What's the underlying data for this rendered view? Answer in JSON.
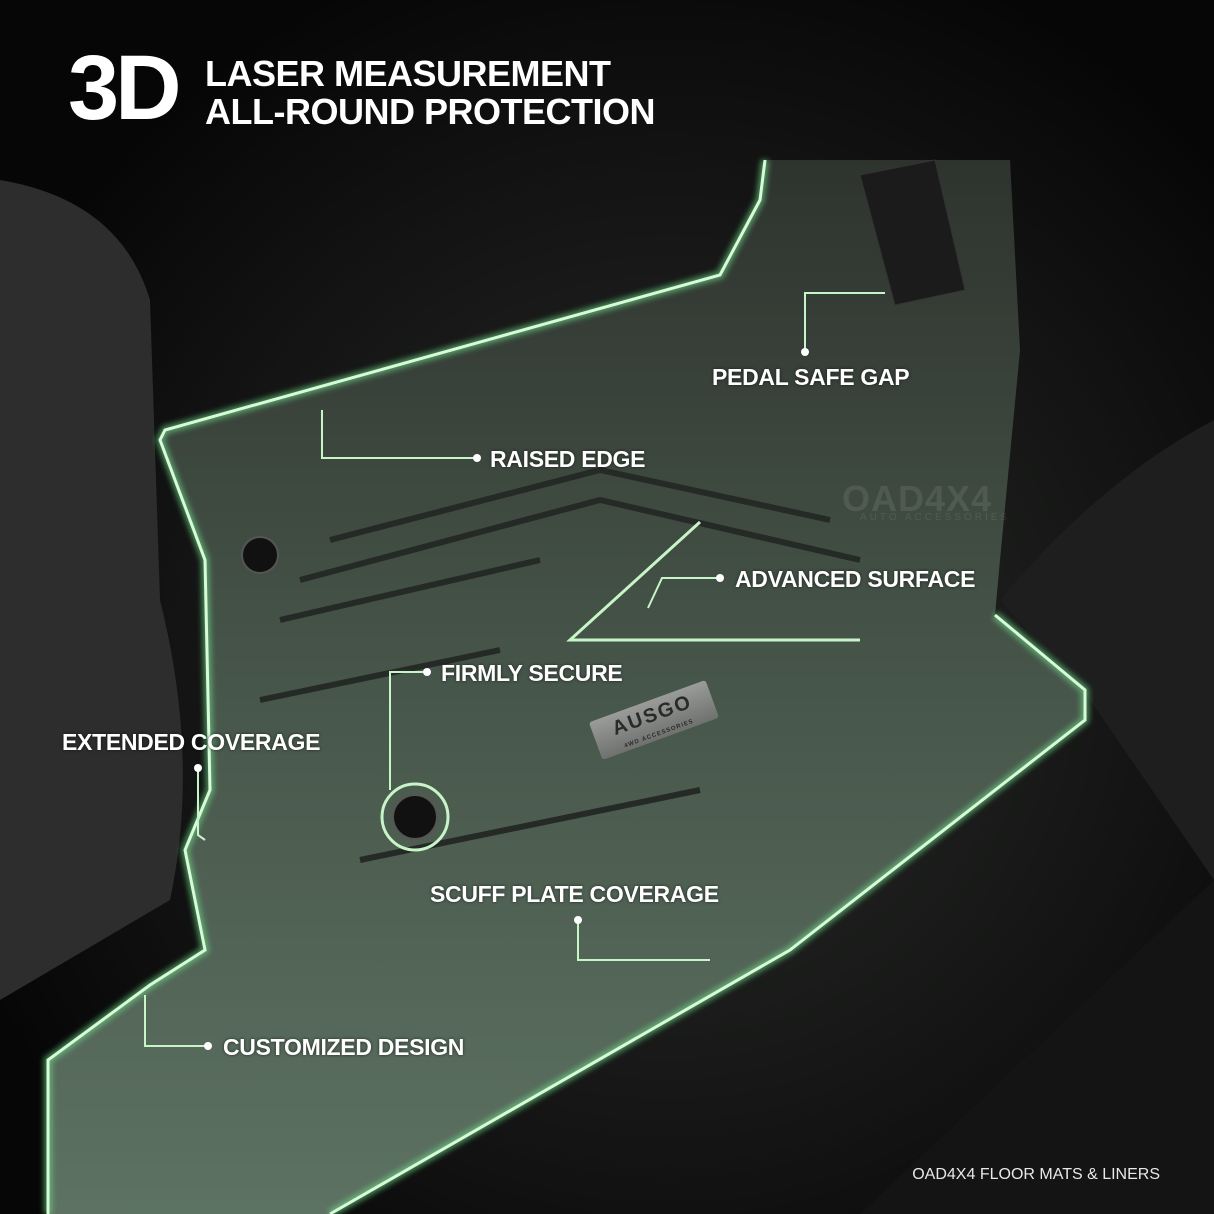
{
  "header": {
    "big": "3D",
    "line1": "LASER MEASUREMENT",
    "line2": "ALL-ROUND PROTECTION"
  },
  "callouts": {
    "pedal_safe_gap": "PEDAL SAFE GAP",
    "raised_edge": "RAISED EDGE",
    "advanced_surface": "ADVANCED SURFACE",
    "firmly_secure": "FIRMLY SECURE",
    "extended_coverage": "EXTENDED COVERAGE",
    "scuff_plate_coverage": "SCUFF PLATE COVERAGE",
    "customized_design": "CUSTOMIZED DESIGN"
  },
  "watermark": {
    "brand": "OAD4X4",
    "tagline": "AUTO ACCESSORIES"
  },
  "badge": {
    "brand": "AUSGO",
    "tagline": "4WD ACCESSORIES"
  },
  "footer": "OAD4X4 FLOOR MATS & LINERS",
  "colors": {
    "outline": "#c8f5c8",
    "accent_glow": "#6fe08a",
    "mat": "#4a5a4c",
    "background": "#0a0a0a"
  }
}
